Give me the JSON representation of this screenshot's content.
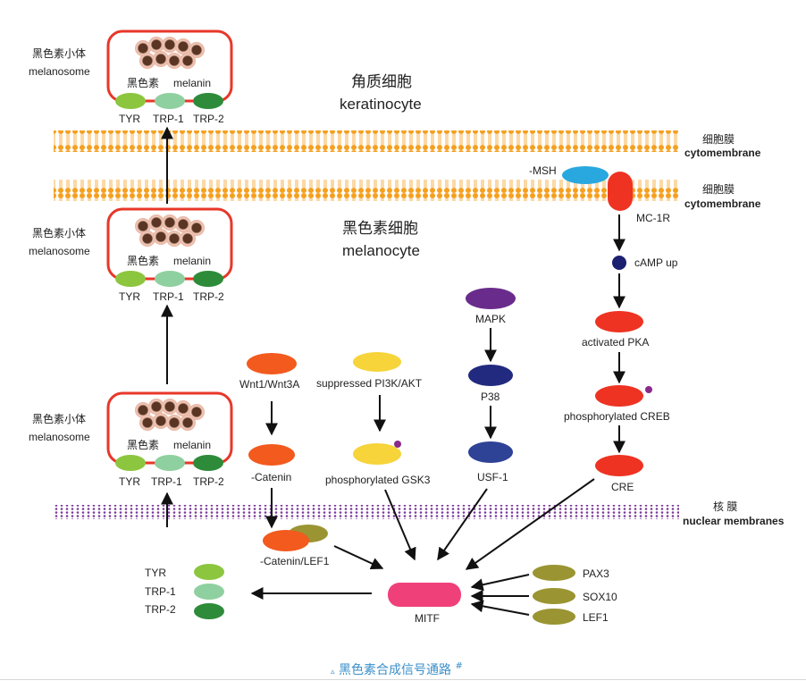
{
  "cells": {
    "keratinocyte_cn": "角质细胞",
    "keratinocyte_en": "keratinocyte",
    "melanocyte_cn": "黑色素细胞",
    "melanocyte_en": "melanocyte"
  },
  "membranes": {
    "cyto_cn": "细胞膜",
    "cyto_en": "cytomembrane",
    "nuclear_cn": "核 膜",
    "nuclear_en": "nuclear membranes"
  },
  "melanosome": {
    "label_cn": "黑色素小体",
    "label_en": "melanosome",
    "pigment_cn": "黑色素",
    "pigment_en": "melanin",
    "enzymes": [
      "TYR",
      "TRP-1",
      "TRP-2"
    ]
  },
  "pathway": {
    "msh": "-MSH",
    "mc1r": "MC-1R",
    "camp": "cAMP up",
    "pka": "activated PKA",
    "creb": "phosphorylated CREB",
    "cre": "CRE",
    "mapk": "MAPK",
    "p38": "P38",
    "usf1": "USF-1",
    "pi3k": "suppressed PI3K/AKT",
    "gsk3": "phosphorylated GSK3",
    "wnt": "Wnt1/Wnt3A",
    "catenin": "-Catenin",
    "catenin_lef1": "-Catenin/LEF1",
    "mitf": "MITF",
    "pax3": "PAX3",
    "sox10": "SOX10",
    "lef1": "LEF1",
    "targets": [
      "TYR",
      "TRP-1",
      "TRP-2"
    ]
  },
  "colors": {
    "orange": "#f25a1e",
    "red": "#ee3322",
    "yellow": "#f6d43a",
    "purple": "#6a2c8c",
    "navy": "#222a80",
    "olive": "#9a9432",
    "pink": "#f0407a",
    "membrane": "#f5a020",
    "nuclear": "#7a3a9a"
  },
  "caption": {
    "mark": "▵",
    "text": "黑色素合成信号通路",
    "sup": "#"
  }
}
